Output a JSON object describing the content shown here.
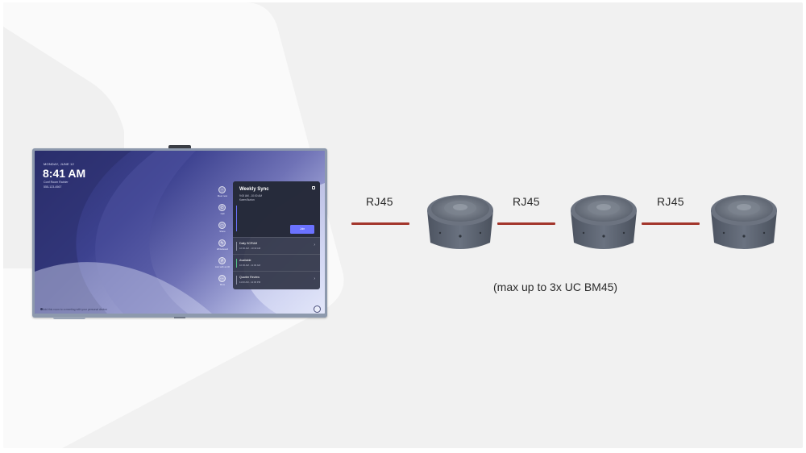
{
  "colors": {
    "background": "#f1f1f1",
    "cable": "#a3362c",
    "speaker_body": "#5d6572",
    "display_bezel": "#8d99ad"
  },
  "display": {
    "date": "MONDAY, JUNE 12",
    "time": "8:41 AM",
    "room": "Conf Room Rainier",
    "phone": "555-123-4567",
    "actions": [
      {
        "icon": "meet-now-icon",
        "label": "Meet now"
      },
      {
        "icon": "call-icon",
        "label": "Call"
      },
      {
        "icon": "share-icon",
        "label": "Share"
      },
      {
        "icon": "whiteboard-icon",
        "label": "Whiteboard"
      },
      {
        "icon": "join-with-id-icon",
        "label": "Join with an ID"
      },
      {
        "icon": "more-icon",
        "label": "More"
      }
    ],
    "meeting_panel": {
      "title": "Weekly Sync",
      "time": "9:00 AM - 10:00 AM",
      "organizer": "Karen Burton",
      "join_label": "Join",
      "upcoming": [
        {
          "name": "Daily SCRUM",
          "time": "10:00 AM - 10:30 AM"
        },
        {
          "name": "Available",
          "time": "10:30 AM - 11:00 AM"
        },
        {
          "name": "Quarter Review",
          "time": "11:00 AM - 12:00 PM"
        }
      ]
    },
    "hint": "Add this room to a meeting with your personal device"
  },
  "connections": [
    {
      "label": "RJ45"
    },
    {
      "label": "RJ45"
    },
    {
      "label": "RJ45"
    }
  ],
  "speakers": [
    {
      "icon": "speakerphone-icon"
    },
    {
      "icon": "speakerphone-icon"
    },
    {
      "icon": "speakerphone-icon"
    }
  ],
  "note": "(max up to 3x UC BM45)"
}
